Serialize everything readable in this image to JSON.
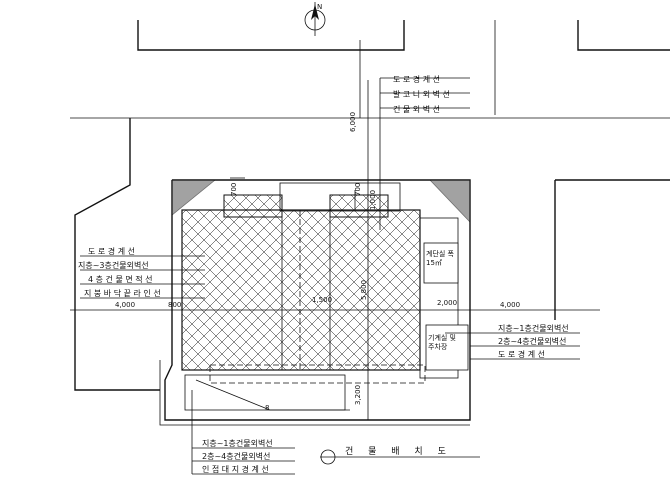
{
  "title": "건 물 배 치 도",
  "north_label": "N",
  "top_labels": [
    "도 로 경 계 선",
    "발 코 니 외 벽 선",
    "건 물 외 벽 선"
  ],
  "left_labels": [
    "도 로 경 계 선",
    "지층~3층건물외벽선",
    "4 층 건 물 면 적 선",
    "지 붕 바 닥 끝 라 인 선"
  ],
  "right_labels": [
    "지층~1층건물외벽선",
    "2층~4층건물외벽선",
    "도 로 경 계 선"
  ],
  "bottom_labels": [
    "지층~1층건물외벽선",
    "2층~4층건물외벽선",
    "인 접 대 지 경 계 선"
  ],
  "inner_labels": {
    "upper_right_box": "계단실 폭\n15㎡",
    "lower_right_box": "기계실 및\n주차장"
  },
  "dimensions": {
    "left_4000": "4,000",
    "right_4000": "4,000",
    "left_800": "800",
    "right_2000": "2,000",
    "center_1500": "1,500",
    "top_6000": "6,000",
    "top_700a": "700",
    "top_700b": "700",
    "top_1000": "1,000",
    "mid_5800": "5,800",
    "bottom_3200": "3,200",
    "bottom_8": "8"
  },
  "colors": {
    "ink": "#111111",
    "background": "#ffffff"
  }
}
